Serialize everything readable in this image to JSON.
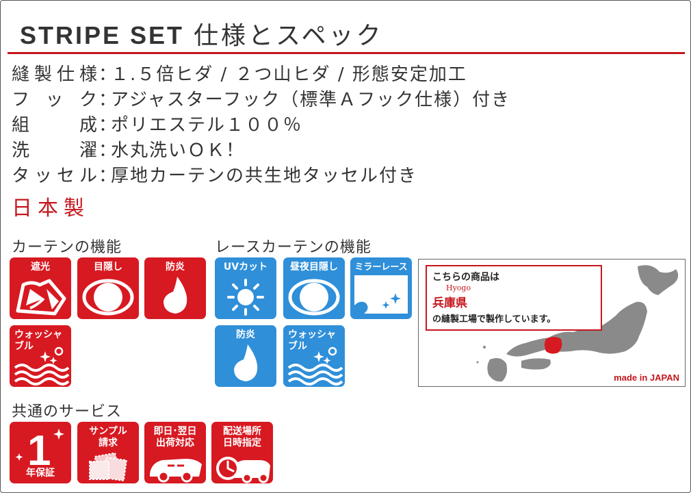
{
  "title": {
    "en": "STRIPE SET",
    "jp": "仕様とスペック"
  },
  "specs": [
    {
      "key": "縫製仕様",
      "sep": "：",
      "value": "１.５倍ヒダ / ２つ山ヒダ / 形態安定加工"
    },
    {
      "key": "フック",
      "sep": "：",
      "value": "アジャスターフック（標準Ａフック仕様）付き"
    },
    {
      "key": "組成",
      "sep": "：",
      "value": "ポリエステル１００％"
    },
    {
      "key": "洗濯",
      "sep": "：",
      "value": "水丸洗いＯＫ！"
    },
    {
      "key": "タッセル",
      "sep": "：",
      "value": "厚地カーテンの共生地タッセル付き"
    }
  ],
  "made_in_japan": "日本製",
  "curtain_section": {
    "title": "カーテンの機能",
    "icons": [
      {
        "label": "遮光",
        "icon": "blackout-icon"
      },
      {
        "label": "目隠し",
        "icon": "privacy-eye-icon"
      },
      {
        "label": "防炎",
        "icon": "flame-icon"
      },
      {
        "label": "ウォッシャブル",
        "line1": "ウォッシャ",
        "line2": "ブル",
        "icon": "washable-icon"
      }
    ]
  },
  "lace_section": {
    "title": "レースカーテンの機能",
    "icons": [
      {
        "label": "UVカット",
        "icon": "sun-icon"
      },
      {
        "label": "昼夜目隠し",
        "icon": "privacy-eye-icon"
      },
      {
        "label": "ミラーレース",
        "icon": "mirror-lace-icon"
      },
      {
        "label": "防炎",
        "icon": "flame-icon"
      },
      {
        "label": "ウォッシャブル",
        "line1": "ウォッシャ",
        "line2": "ブル",
        "icon": "washable-icon"
      }
    ]
  },
  "map": {
    "line1": "こちらの商品は",
    "romaji": "Hyogo",
    "prefecture": "兵庫県",
    "line3": "の縫製工場で製作しています。",
    "made_in": "made in JAPAN"
  },
  "common_section": {
    "title": "共通のサービス",
    "icons": [
      {
        "big": "1",
        "under": "年保証",
        "icon": "warranty-icon"
      },
      {
        "line1": "サンプル",
        "line2": "請求",
        "icon": "fabric-sample-icon"
      },
      {
        "line1": "即日･翌日",
        "line2": "出荷対応",
        "icon": "delivery-truck-icon"
      },
      {
        "line1": "配送場所",
        "line2": "日時指定",
        "icon": "clock-truck-icon"
      }
    ]
  },
  "colors": {
    "accent_red": "#c4161c",
    "icon_red": "#d71921",
    "icon_blue": "#2f8fd9",
    "text": "#333333"
  }
}
